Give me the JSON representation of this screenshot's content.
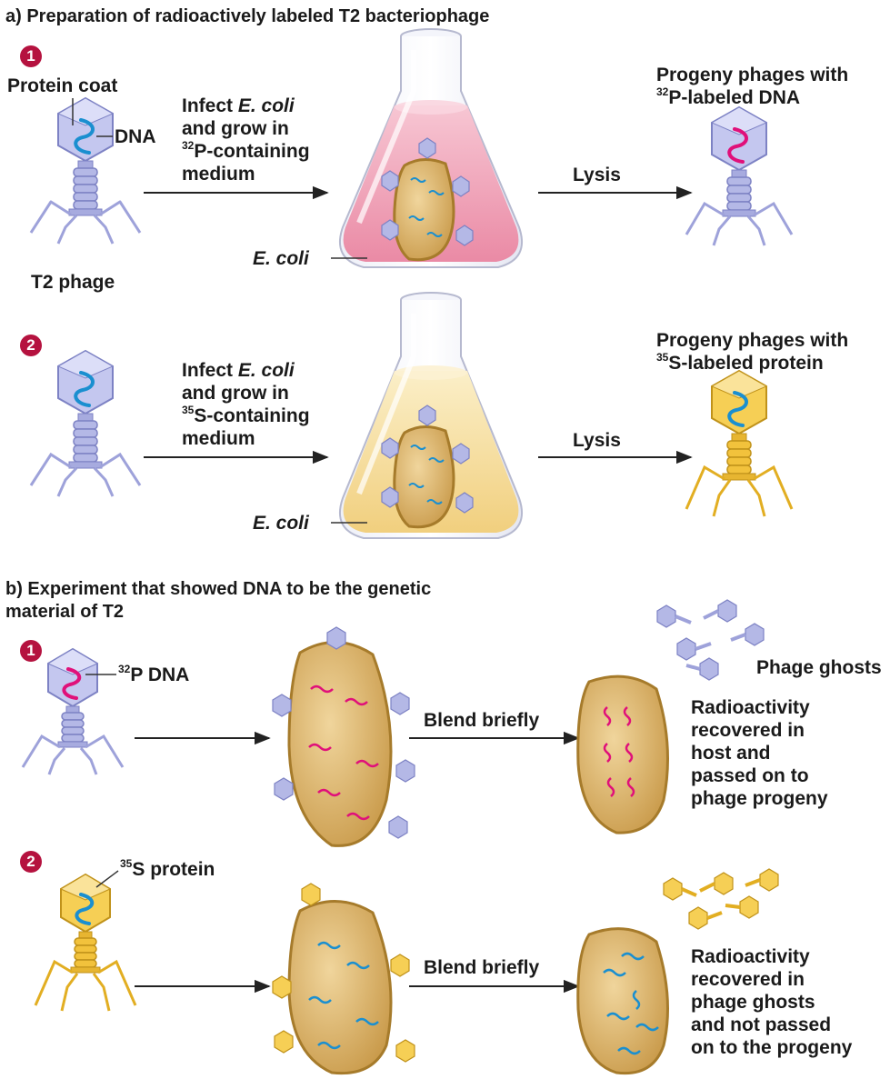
{
  "panel_a": {
    "title": "a) Preparation of radioactively labeled T2 bacteriophage",
    "step1": {
      "number": "1",
      "protein_coat": "Protein coat",
      "dna": "DNA",
      "phage": "T2 phage",
      "infect": {
        "l1_pre": "Infect ",
        "l1_it": "E. coli",
        "l2": "and grow in",
        "l3_sup": "32",
        "l3": "P-containing",
        "l4": "medium"
      },
      "ecoli": "E. coli",
      "lysis": "Lysis",
      "progeny": {
        "l1": "Progeny phages with",
        "l2_sup": "32",
        "l2": "P-labeled DNA"
      }
    },
    "step2": {
      "number": "2",
      "infect": {
        "l1_pre": "Infect ",
        "l1_it": "E. coli",
        "l2": "and grow in",
        "l3_sup": "35",
        "l3": "S-containing",
        "l4": "medium"
      },
      "ecoli": "E. coli",
      "lysis": "Lysis",
      "progeny": {
        "l1": "Progeny phages with",
        "l2_sup": "35",
        "l2": "S-labeled protein"
      }
    }
  },
  "panel_b": {
    "title_l1": "b) Experiment that showed DNA to be the genetic",
    "title_l2": "material of T2",
    "step1": {
      "number": "1",
      "label_sup": "32",
      "label": "P DNA",
      "blend": "Blend briefly",
      "ghosts": "Phage ghosts",
      "result": [
        "Radioactivity",
        "recovered in",
        "host and",
        "passed on to",
        "phage progeny"
      ]
    },
    "step2": {
      "number": "2",
      "label_sup": "35",
      "label": "S protein",
      "blend": "Blend briefly",
      "result": [
        "Radioactivity",
        "recovered in",
        "phage ghosts",
        "and not passed",
        "on to the progeny"
      ]
    }
  },
  "colors": {
    "phage_lavender": "#b4b8e6",
    "phage_gold": "#f2c23c",
    "dna_blue": "#1a8fd0",
    "dna_magenta": "#e0107a",
    "cell_fill": "#d9b87a",
    "medium_pink": "#f4aabf",
    "medium_yellow": "#f8e2a4",
    "step_badge": "#b5123f"
  }
}
